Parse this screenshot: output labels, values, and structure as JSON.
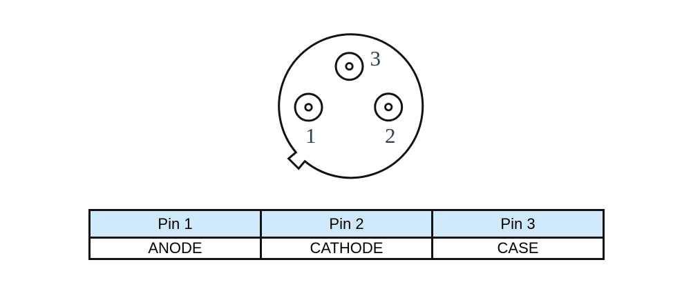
{
  "connector": {
    "description": "3-pin circular connector face view with keyway notch at lower-left",
    "pins": [
      {
        "number": "1",
        "assignment": "ANODE"
      },
      {
        "number": "2",
        "assignment": "CATHODE"
      },
      {
        "number": "3",
        "assignment": "CASE"
      }
    ]
  },
  "table": {
    "headers": [
      "Pin 1",
      "Pin 2",
      "Pin 3"
    ],
    "values": [
      "ANODE",
      "CATHODE",
      "CASE"
    ]
  },
  "colors": {
    "outline": "#121212",
    "pin_label": "#2e3d52",
    "table_header_bg": "#cfe9fb",
    "background": "#ffffff"
  }
}
